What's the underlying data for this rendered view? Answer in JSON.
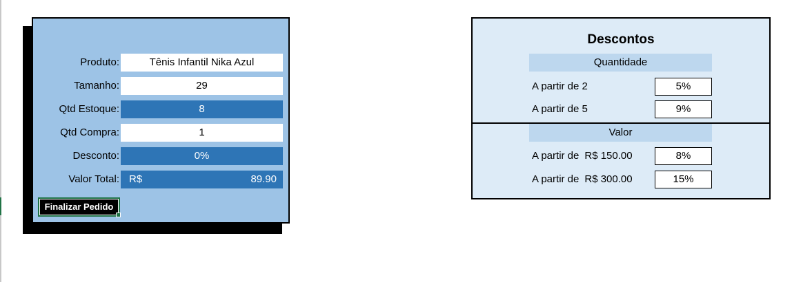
{
  "form": {
    "rows": [
      {
        "label": "Produto:",
        "value": "Tênis Infantil Nika Azul"
      },
      {
        "label": "Tamanho:",
        "value": "29"
      },
      {
        "label": "Qtd Estoque:",
        "value": "8"
      },
      {
        "label": "Qtd Compra:",
        "value": "1"
      },
      {
        "label": "Desconto:",
        "value": "0%"
      }
    ],
    "total": {
      "label": "Valor Total:",
      "currency": "R$",
      "amount": "89.90"
    },
    "finalize_label": "Finalizar Pedido"
  },
  "discounts": {
    "title": "Descontos",
    "quantity": {
      "header": "Quantidade",
      "rows": [
        {
          "label": "A partir de 2",
          "value": "5%"
        },
        {
          "label": "A partir de 5",
          "value": "9%"
        }
      ]
    },
    "value": {
      "header": "Valor",
      "rows": [
        {
          "label": "A partir de",
          "amount": "R$ 150.00",
          "value": "8%"
        },
        {
          "label": "A partir de",
          "amount": "R$ 300.00",
          "value": "15%"
        }
      ]
    }
  },
  "colors": {
    "form_bg": "#9dc3e6",
    "field_dark": "#2e75b6",
    "discount_bg": "#ddebf7",
    "discount_header_bg": "#bdd7ee",
    "selection": "#1e7145"
  }
}
